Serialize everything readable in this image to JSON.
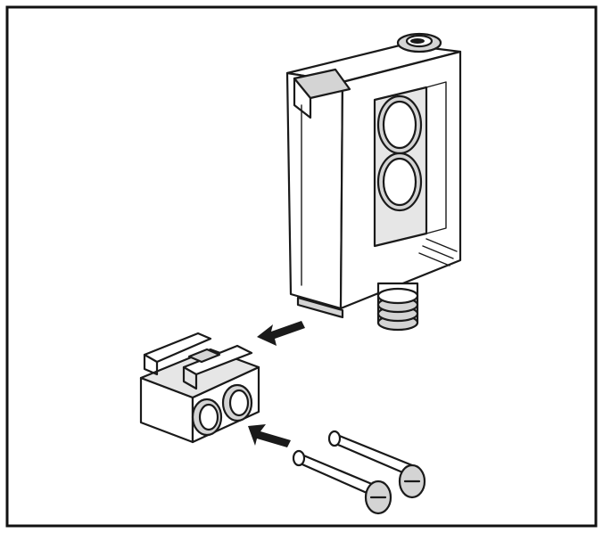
{
  "diagram": {
    "parts": [
      {
        "name": "photoelectric-sensor-housing",
        "label": ""
      },
      {
        "name": "mounting-clip",
        "label": ""
      },
      {
        "name": "mounting-screws",
        "label": ""
      }
    ],
    "arrows": [
      {
        "from": "photoelectric-sensor-housing",
        "to": "mounting-clip",
        "direction": "lower-left"
      },
      {
        "from": "mounting-screws",
        "to": "mounting-clip",
        "direction": "upper-left"
      }
    ],
    "colors": {
      "stroke": "#1a1a1a",
      "face_light": "#ffffff",
      "face_shade": "#d4d4d4",
      "background": "#ffffff"
    }
  }
}
